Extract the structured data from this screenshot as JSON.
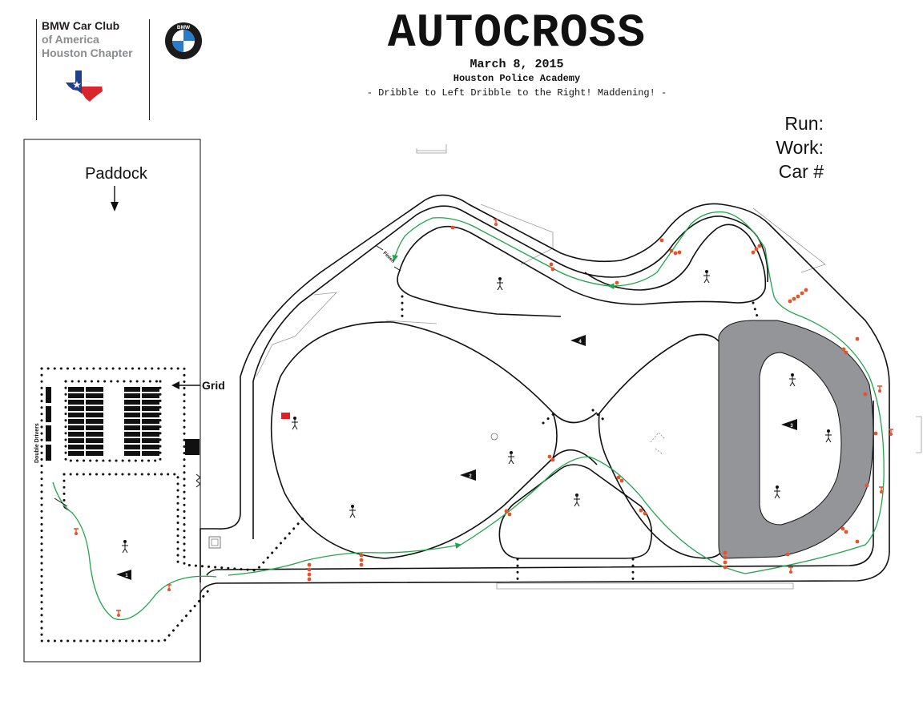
{
  "header": {
    "club_line1": "BMW Car Club",
    "club_line2": "of America",
    "club_line3": "Houston Chapter",
    "bmw_logo_text": "BMW",
    "title": "AUTOCROSS",
    "date": "March 8, 2015",
    "venue": "Houston Police Academy",
    "tagline": "- Dribble to Left Dribble to the Right! Maddening! -"
  },
  "form_fields": {
    "run_label": "Run:",
    "work_label": "Work:",
    "car_label": "Car #"
  },
  "map_labels": {
    "paddock": "Paddock",
    "grid": "Grid",
    "double_drivers": "Double Drivers",
    "finish": "Finish"
  },
  "stations": [
    "1",
    "2",
    "3",
    "4"
  ],
  "colors": {
    "cone": "#e8512a",
    "path": "#1fa64a",
    "skidpad": "#939598",
    "flag": "#e31e24",
    "texas_blue": "#1f3f8f",
    "texas_red": "#d7262e"
  }
}
